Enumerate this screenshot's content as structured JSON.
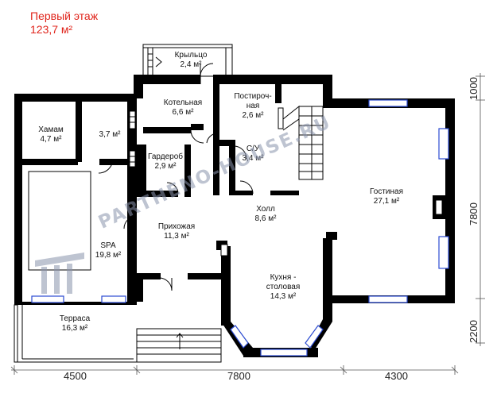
{
  "header": {
    "title": "Первый этаж",
    "area": "123,7 м²"
  },
  "rooms": {
    "porch": {
      "name": "Крыльцо",
      "area": "2,4 м²"
    },
    "boiler": {
      "name": "Котельная",
      "area": "6,6 м²"
    },
    "laundry": {
      "name1": "Постироч-",
      "name2": "ная",
      "area": "2,6 м²"
    },
    "hamam": {
      "name": "Хамам",
      "area": "4,7 м²"
    },
    "small": {
      "area": "3,7 м²"
    },
    "wardrobe": {
      "name": "Гардероб",
      "area": "2,9 м²"
    },
    "wc": {
      "name": "С/У",
      "area": "3,4 м²"
    },
    "living": {
      "name": "Гостиная",
      "area": "27,1 м²"
    },
    "hall": {
      "name": "Холл",
      "area": "8,6 м²"
    },
    "entry": {
      "name": "Прихожая",
      "area": "11,3 м²"
    },
    "spa": {
      "name": "SPA",
      "area": "19,8 м²"
    },
    "kitchen": {
      "name1": "Кухня -",
      "name2": "столовая",
      "area": "14,3 м²"
    },
    "terrace": {
      "name": "Терраса",
      "area": "16,3 м²"
    }
  },
  "dimensions": {
    "bottom": [
      "4500",
      "7800",
      "4300"
    ],
    "right": [
      "1000",
      "7800",
      "2200"
    ]
  },
  "watermark": {
    "text": "PARTHENO-HOUSE.RU"
  }
}
